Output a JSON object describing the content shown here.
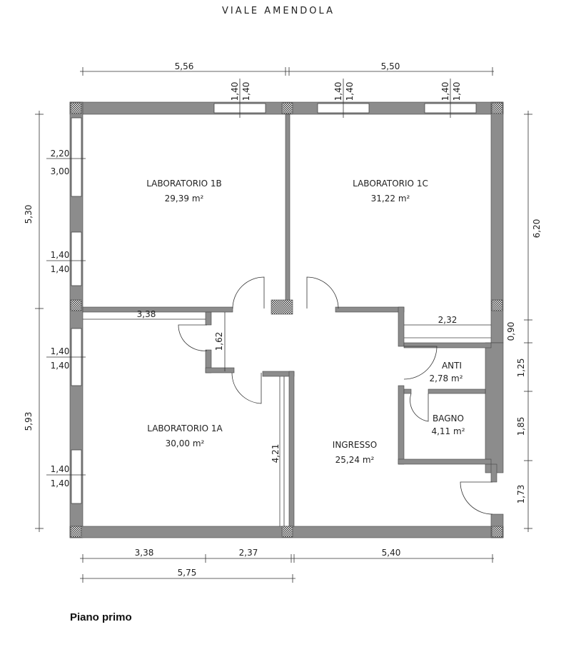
{
  "street_label": "VIALE AMENDOLA",
  "caption": "Piano primo",
  "rooms": [
    {
      "name": "LABORATORIO 1B",
      "area": "29,39 m²"
    },
    {
      "name": "LABORATORIO 1C",
      "area": "31,22 m²"
    },
    {
      "name": "LABORATORIO 1A",
      "area": "30,00 m²"
    },
    {
      "name": "INGRESSO",
      "area": "25,24 m²"
    },
    {
      "name": "ANTI",
      "area": "2,78 m²"
    },
    {
      "name": "BAGNO",
      "area": "4,11 m²"
    }
  ],
  "dimensions": {
    "top": [
      "5,56",
      "5,50"
    ],
    "top_windows": [
      [
        "1,40",
        "1,40"
      ],
      [
        "1,40",
        "1,40"
      ],
      [
        "1,40",
        "1,40"
      ]
    ],
    "left": [
      "5,30",
      "5,93"
    ],
    "left_windows": [
      [
        "2,20",
        "3,00"
      ],
      [
        "1,40",
        "1,40"
      ],
      [
        "1,40",
        "1,40"
      ],
      [
        "1,40",
        "1,40"
      ]
    ],
    "right": [
      "6,20",
      "0,90",
      "1,25",
      "1,85",
      "1,73"
    ],
    "internal": [
      "3,38",
      "2,32",
      "1,62",
      "4,21"
    ],
    "bottom": [
      "3,38",
      "2,37",
      "5,40"
    ],
    "bottom_total": "5,75"
  }
}
